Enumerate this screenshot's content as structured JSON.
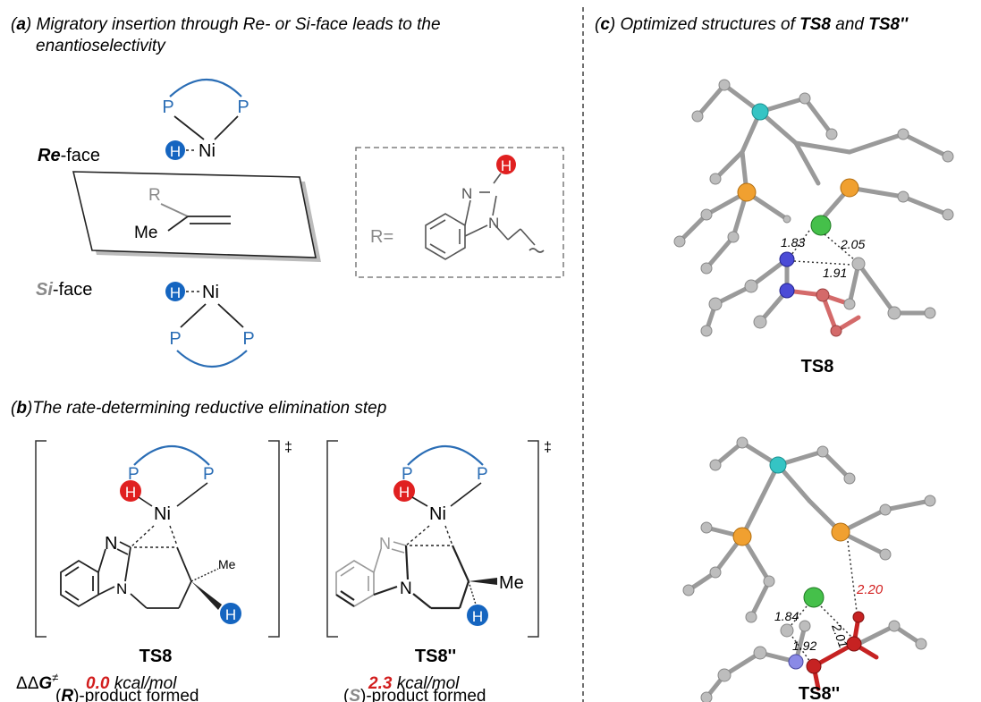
{
  "panel_a": {
    "letter": "a",
    "title_line1": "Migratory insertion through Re- or Si-face leads to the",
    "title_line2": "enantioselectivity",
    "re_face_prefix": "Re",
    "re_face_suffix": "-face",
    "si_face_prefix": "Si",
    "si_face_suffix": "-face",
    "atom_p": "P",
    "atom_ni": "Ni",
    "atom_h": "H",
    "atom_r": "R",
    "atom_me": "Me",
    "r_def_label": "R=",
    "atom_n": "N"
  },
  "panel_b": {
    "letter": "b",
    "title": "The rate-determining reductive elimination step",
    "dagger": "‡",
    "ts1_name": "TS8",
    "ts2_name": "TS8''",
    "ddg_label": "ΔΔ",
    "ddg_g": "G",
    "ddg_sup": "≠",
    "ts1_energy_value": "0.0",
    "ts2_energy_value": "2.3",
    "energy_unit": " kcal/mol",
    "ts1_product_config": "R",
    "ts2_product_config": "S",
    "product_suffix": ")-product formed",
    "open_paren": "(",
    "atom_me": "Me",
    "atom_n": "N",
    "atom_ni": "Ni",
    "atom_p": "P",
    "atom_h": "H"
  },
  "panel_c": {
    "letter": "c",
    "title_prefix": "Optimized structures of ",
    "title_ts1": "TS8",
    "title_and": " and ",
    "title_ts2": "TS8''",
    "ts1_label": "TS8",
    "ts2_label": "TS8''",
    "ts1_distances": [
      "1.83",
      "2.05",
      "1.91"
    ],
    "ts2_distances": [
      "2.20",
      "1.84",
      "2.01",
      "1.92"
    ]
  },
  "colors": {
    "blue_phosphine": "#2a6db5",
    "hydride_blue": "#1565c0",
    "hydride_red": "#e02020",
    "energy_red": "#d21e1e",
    "grey_r": "#8a8a8a"
  }
}
